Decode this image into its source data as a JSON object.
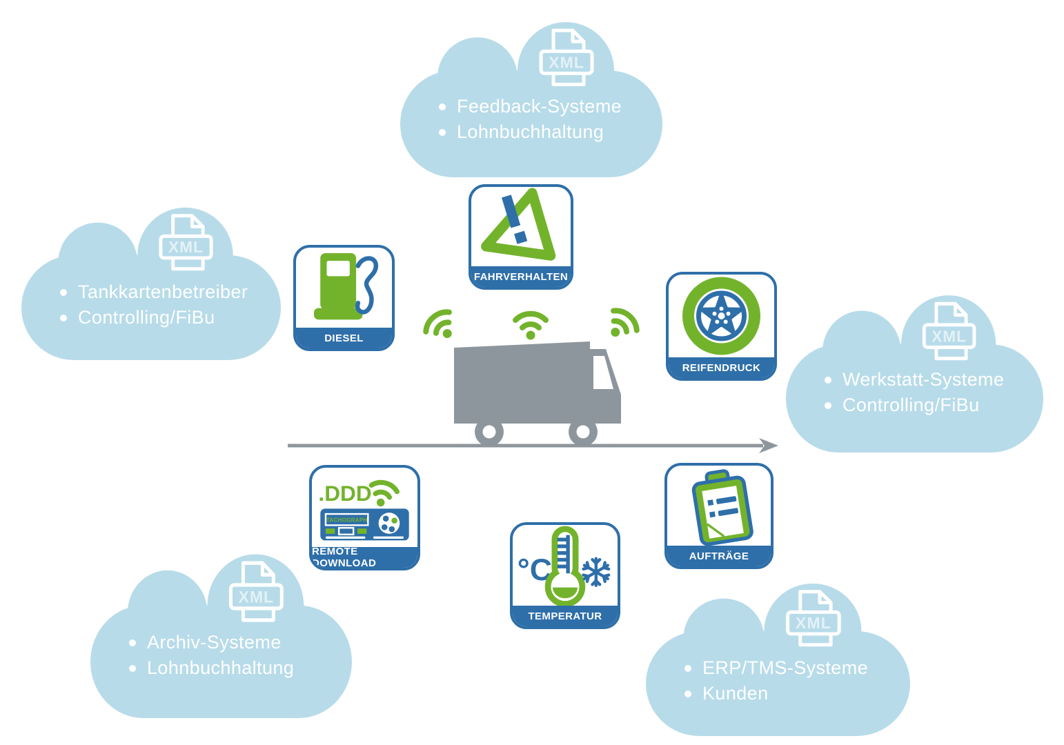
{
  "clouds": [
    {
      "name": "top",
      "xml_label": "XML",
      "items": [
        "Feedback-Systeme",
        "Lohnbuchhaltung"
      ]
    },
    {
      "name": "left",
      "xml_label": "XML",
      "items": [
        "Tankkartenbetreiber",
        "Controlling/FiBu"
      ]
    },
    {
      "name": "right",
      "xml_label": "XML",
      "items": [
        "Werkstatt-Systeme",
        "Controlling/FiBu"
      ]
    },
    {
      "name": "bottom_left",
      "xml_label": "XML",
      "items": [
        "Archiv-Systeme",
        "Lohnbuchhaltung"
      ]
    },
    {
      "name": "bottom_right",
      "xml_label": "XML",
      "items": [
        "ERP/TMS-Systeme",
        "Kunden"
      ]
    }
  ],
  "badges": [
    {
      "id": "diesel",
      "label": "DIESEL"
    },
    {
      "id": "fahrverhalten",
      "label": "FAHRVERHALTEN"
    },
    {
      "id": "reifendruck",
      "label": "REIFENDRUCK"
    },
    {
      "id": "remote_download",
      "label": "REMOTE DOWNLOAD",
      "ddd_text": ".DDD",
      "device_text": "TACHOGRAPH"
    },
    {
      "id": "temperatur",
      "label": "TEMPERATUR",
      "celsius": "°C"
    },
    {
      "id": "auftraege",
      "label": "AUFTRÄGE"
    }
  ],
  "colors": {
    "cloud_blue": "#b7dbe9",
    "accent_green": "#73b32c",
    "accent_blue": "#2e6fa9",
    "truck_gray": "#8e969d",
    "text_white": "#ffffff"
  }
}
